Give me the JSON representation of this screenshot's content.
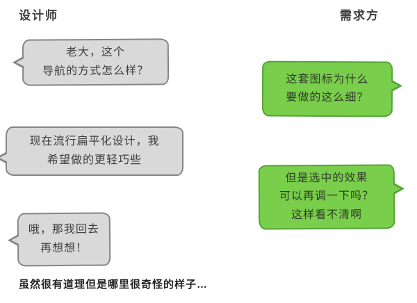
{
  "headers": {
    "designer": "设计师",
    "client": "需求方"
  },
  "conversation": [
    {
      "speaker": "designer",
      "side": "left",
      "lines": [
        "老大，这个",
        "导航的方式怎么样？"
      ]
    },
    {
      "speaker": "client",
      "side": "right",
      "lines": [
        "这套图标为什么",
        "要做的这么细？"
      ]
    },
    {
      "speaker": "designer",
      "side": "left",
      "lines": [
        "现在流行扁平化设计，我",
        "希望做的更轻巧些"
      ]
    },
    {
      "speaker": "client",
      "side": "right",
      "lines": [
        "但是选中的效果",
        "可以再调一下吗？",
        "这样看不清啊"
      ]
    },
    {
      "speaker": "designer",
      "side": "left",
      "lines": [
        "哦，那我回去",
        "再想想！"
      ]
    }
  ],
  "caption": "虽然很有道理但是哪里很奇怪的样子…",
  "colors": {
    "page_bg": "#ffffff",
    "gray_fill": "#d9d9d9",
    "gray_border": "#858585",
    "green_fill": "#79ce4b",
    "green_border": "#55a337",
    "text_color": "#3d3d3d",
    "green_text": "#2f3b28",
    "caption_color": "#222222"
  }
}
